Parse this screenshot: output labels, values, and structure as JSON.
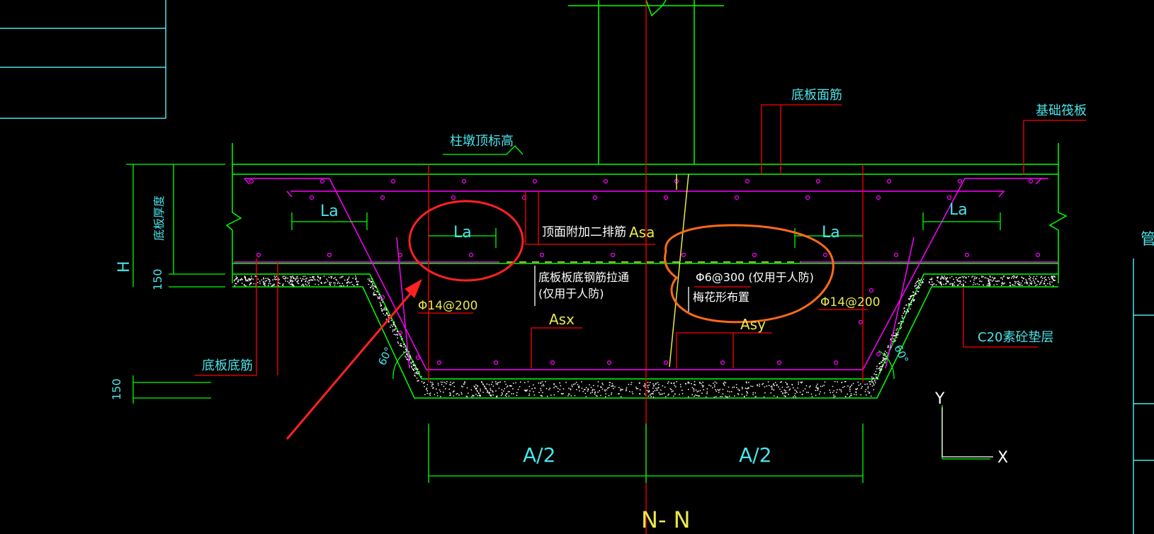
{
  "drawing": {
    "section_title": "N- N",
    "labels": {
      "column_pier_top_elevation": "柱墩顶标高",
      "bottom_slab_top_bar": "底板面筋",
      "foundation_raft": "基础筏板",
      "bottom_slab_thickness": "底板厚度",
      "h": "H",
      "dim_150_top": "150",
      "dim_150_bottom": "150",
      "la_left_outer": "La",
      "la_left_inner": "La",
      "la_right_inner": "La",
      "la_right_outer": "La",
      "top_additional_bars": "顶面附加二排筋",
      "asa": "Asa",
      "bottom_bar_continuous_line1": "底板板底钢筋拉通",
      "bottom_bar_continuous_line2": "(仅用于人防)",
      "phi6_line1": "Φ6@300 (仅用于人防)",
      "phi6_line2": "梅花形布置",
      "phi14_left": "Φ14@200",
      "phi14_right": "Φ14@200",
      "asx": "Asx",
      "asy": "Asy",
      "c20_cushion": "C20素砼垫层",
      "bottom_slab_bottom_bar": "底板底筋",
      "angle_left": "60°",
      "angle_right": "60°",
      "half_a_left": "A/2",
      "half_a_right": "A/2",
      "ucs_y": "Y",
      "ucs_x": "X",
      "edge_right_char": "管"
    }
  },
  "colors": {
    "background": "#000000",
    "green": "#00ff00",
    "red": "#ff0000",
    "magenta": "#ff00ff",
    "cyan": "#4ae3e9",
    "yellow": "#e9e94a",
    "white": "#ffffff",
    "orange": "#ff6a1a",
    "annotation_red": "#ff2222"
  }
}
